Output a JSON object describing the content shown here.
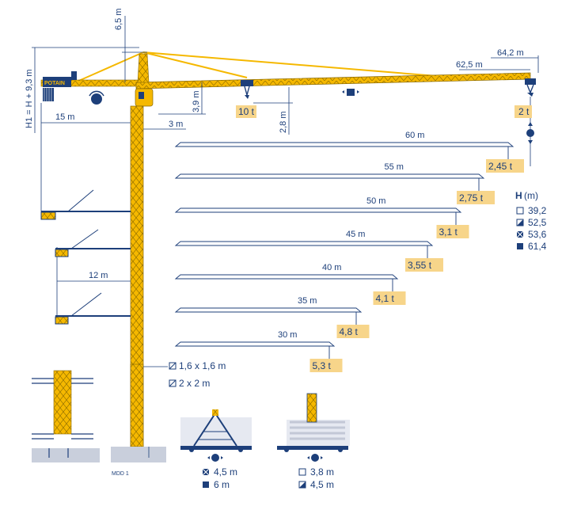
{
  "brand": "POTAIN",
  "doc_code": "MDD 1",
  "top_dims": {
    "mast_head": "6,5 m",
    "max_jib": "64,2 m",
    "jib": "62,5 m",
    "height": "H1 = H + 9,3 m",
    "counter_jib": "15 m",
    "tie_12": "12 m",
    "mast_offset": "3 m",
    "head_height": "3,9 m",
    "trolley_drop": "2,8 m",
    "load_near": "10 t",
    "load_tip": "2 t"
  },
  "capacities": [
    {
      "radius": "60 m",
      "load": "2,45 t"
    },
    {
      "radius": "55 m",
      "load": "2,75 t"
    },
    {
      "radius": "50 m",
      "load": "3,1 t"
    },
    {
      "radius": "45 m",
      "load": "3,55 t"
    },
    {
      "radius": "40 m",
      "load": "4,1 t"
    },
    {
      "radius": "35 m",
      "load": "4,8 t"
    },
    {
      "radius": "30 m",
      "load": "5,3 t"
    }
  ],
  "height_legend": {
    "title": "H",
    "unit": "(m)",
    "rows": [
      {
        "marker": "empty",
        "value": "39,2"
      },
      {
        "marker": "diagonal",
        "value": "52,5"
      },
      {
        "marker": "cross",
        "value": "53,6"
      },
      {
        "marker": "solid",
        "value": "61,4"
      }
    ]
  },
  "mast_sections": [
    {
      "marker": "diag",
      "label": "1,6 x 1,6 m"
    },
    {
      "marker": "diag",
      "label": "2 x 2 m"
    }
  ],
  "base_1": [
    {
      "marker": "cross",
      "value": "4,5 m"
    },
    {
      "marker": "solid",
      "value": "6 m"
    }
  ],
  "base_2": [
    {
      "marker": "empty",
      "value": "3,8 m"
    },
    {
      "marker": "diagonal",
      "value": "4,5 m"
    }
  ],
  "colors": {
    "yellow": "#f5b800",
    "navy": "#1d3f7a",
    "badge": "#f7d58a"
  }
}
